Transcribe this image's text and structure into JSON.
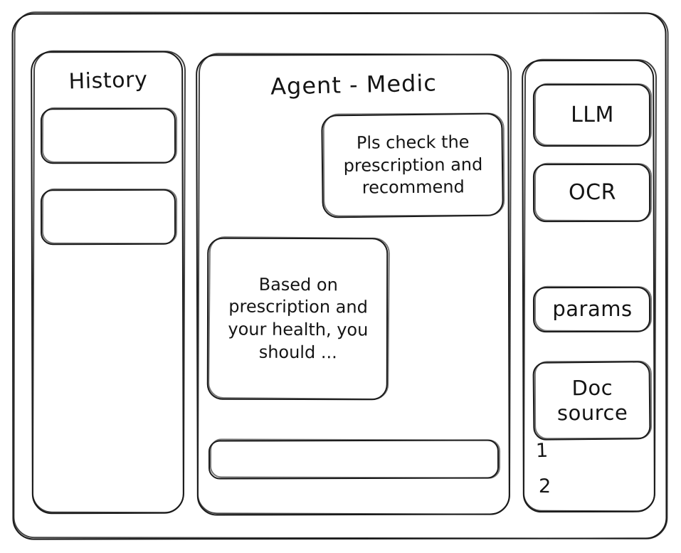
{
  "window": {
    "style": "hand-drawn-wireframe",
    "ink_color": "#1a1a1a",
    "paper_color": "#ffffff"
  },
  "sidebar": {
    "title": "History",
    "items": [
      {
        "label": ""
      },
      {
        "label": ""
      }
    ]
  },
  "main": {
    "title": "Agent - Medic",
    "messages": [
      {
        "role": "user",
        "text": "Pls check the prescription and recommend"
      },
      {
        "role": "assistant",
        "text": "Based on prescription and your health, you should ..."
      }
    ],
    "composer": {
      "value": "",
      "placeholder": ""
    }
  },
  "tools": {
    "buttons": [
      {
        "label": "LLM"
      },
      {
        "label": "OCR"
      },
      {
        "label": "params"
      },
      {
        "label": "Doc source"
      }
    ],
    "doc_refs": [
      {
        "label": "1"
      },
      {
        "label": "2"
      }
    ]
  }
}
